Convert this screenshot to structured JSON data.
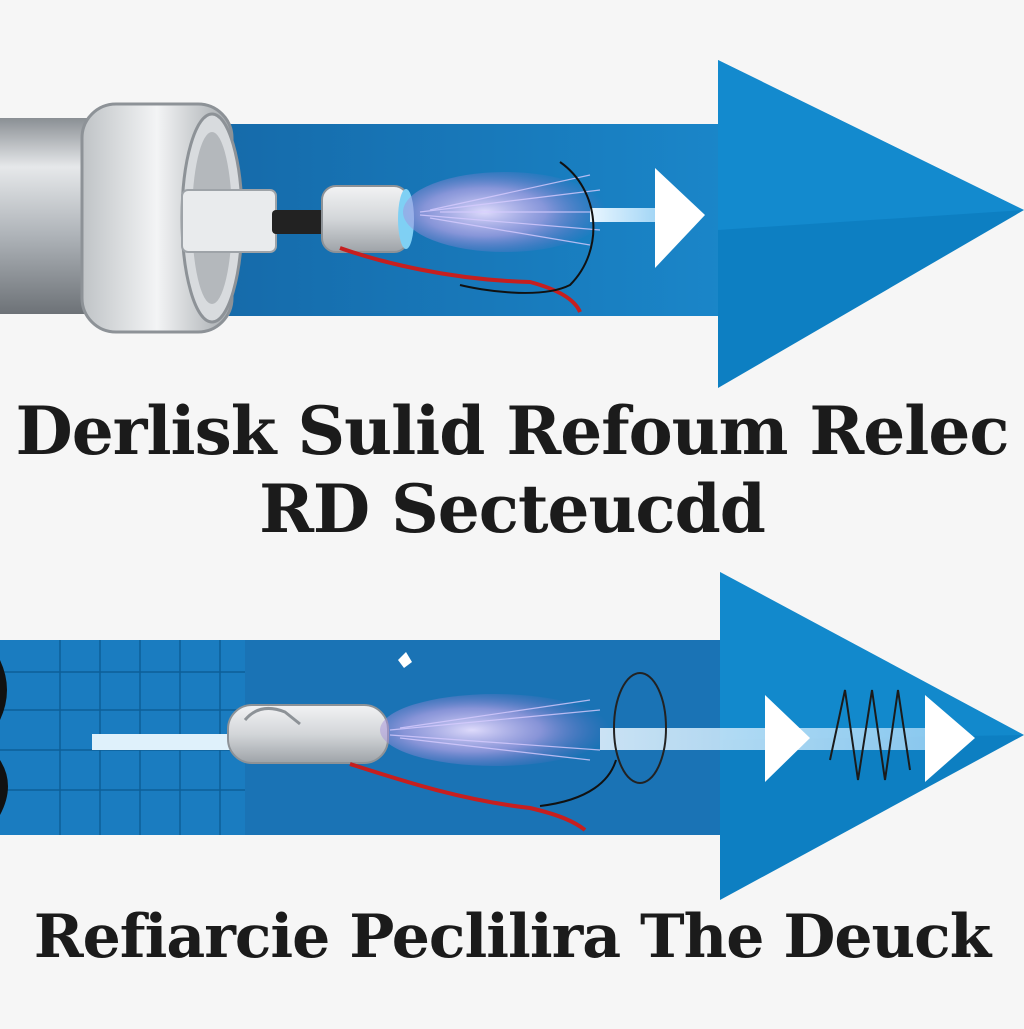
{
  "colors": {
    "background": "#f6f6f6",
    "arrow_blue": "#0d7fc2",
    "arrow_dark": "#0a5f99",
    "pipe_gray": "#c9cdd1",
    "wire_red": "#c61f1f",
    "text": "#1b1b1b"
  },
  "captions": {
    "top_line_1": "Derlisk Sulid Refoum Relec",
    "top_line_2": "RD Secteucdd",
    "bottom_line": "Refiarcie Peclilira The Deuck"
  },
  "icons": {
    "top_arrow": "arrow-right-icon",
    "bottom_arrow_left": "arrow-right-icon",
    "bottom_arrow_right": "arrow-right-icon",
    "pipe": "pipe-icon",
    "nozzle": "nozzle-icon",
    "spray": "spray-icon",
    "wire": "wire-icon"
  }
}
